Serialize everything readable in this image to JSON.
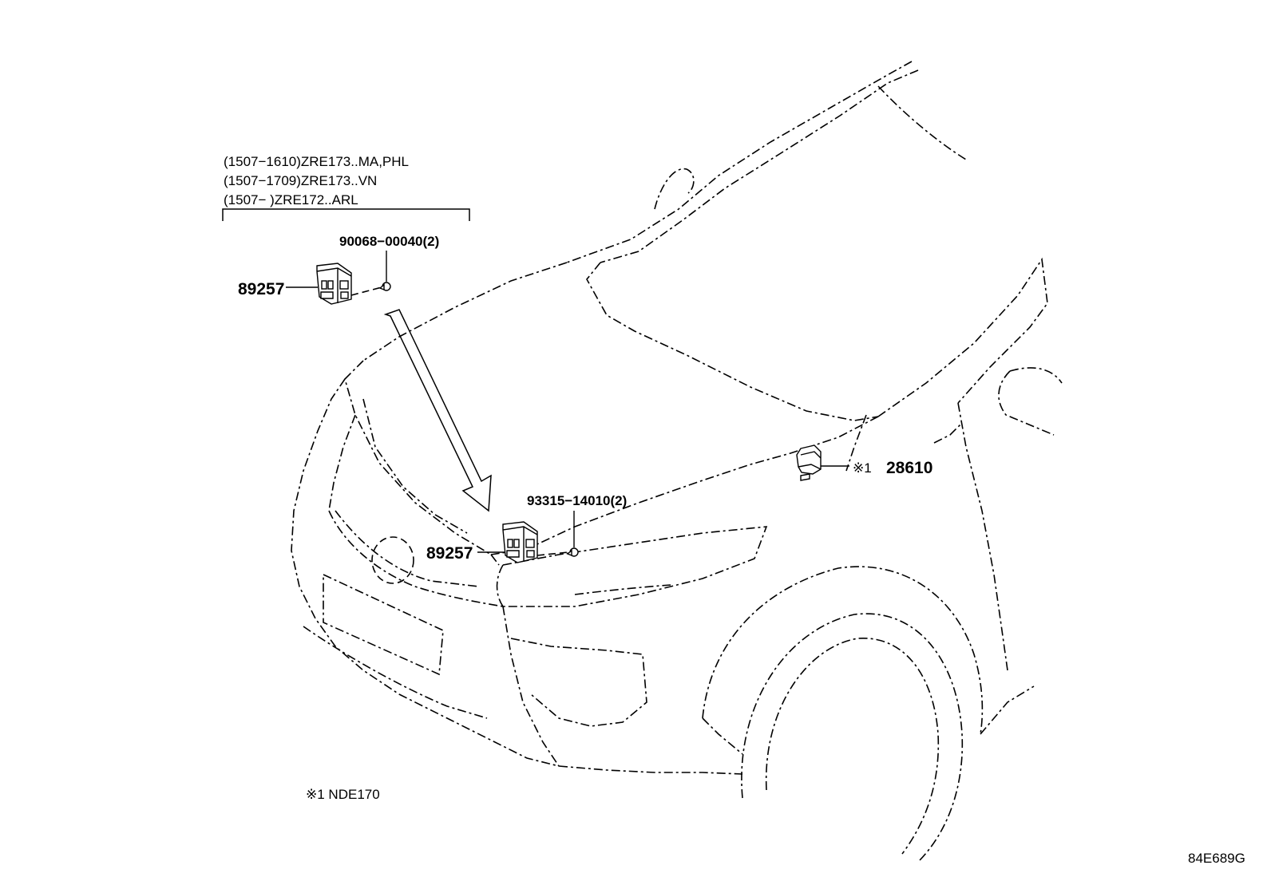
{
  "diagram": {
    "conditions": [
      "(1507−1610)ZRE173..MA,PHL",
      "(1507−1709)ZRE173..VN",
      "(1507−       )ZRE172..ARL"
    ],
    "callouts": {
      "screw_upper": "90068−00040(2)",
      "sensor_upper": "89257",
      "bolt_lower": "93315−14010(2)",
      "sensor_lower": "89257",
      "sensor_right_mark": "※1",
      "sensor_right": "28610"
    },
    "footnote": "※1  NDE170",
    "figure_code": "84E689G"
  }
}
